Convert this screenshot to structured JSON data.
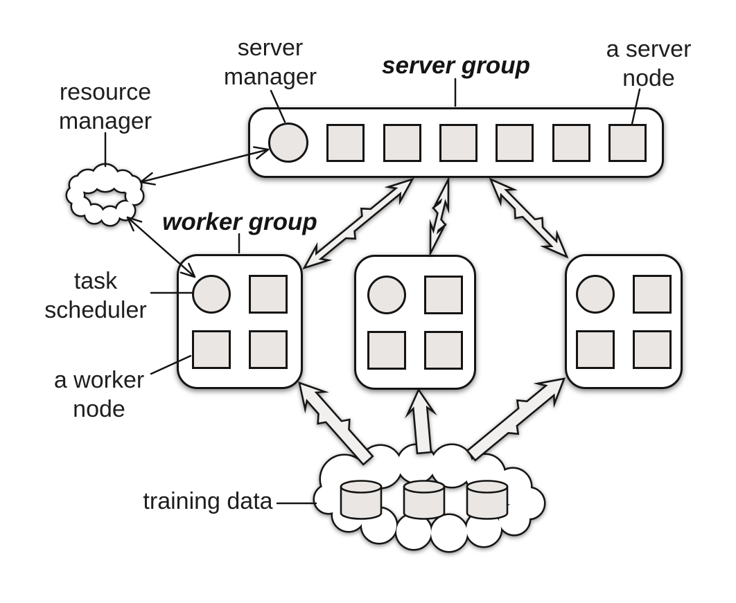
{
  "diagram": {
    "labels": {
      "resource_manager": {
        "line1": "resource",
        "line2": "manager"
      },
      "server_manager": {
        "line1": "server",
        "line2": "manager"
      },
      "server_group": {
        "text": "server group"
      },
      "a_server_node": {
        "line1": "a server",
        "line2": "node"
      },
      "worker_group": {
        "text": "worker group"
      },
      "task_scheduler": {
        "line1": "task",
        "line2": "scheduler"
      },
      "a_worker_node": {
        "line1": "a worker",
        "line2": "node"
      },
      "training_data": {
        "text": "training data"
      }
    },
    "structure": {
      "server_group": {
        "server_manager_count": 1,
        "server_node_count": 6
      },
      "worker_group_count": 3,
      "worker_group": {
        "task_scheduler_count": 1,
        "worker_node_count": 3
      },
      "training_data": {
        "partition_count": 3
      }
    },
    "connections": [
      {
        "from": "resource manager",
        "to": "server manager",
        "style": "thin-double-arrow"
      },
      {
        "from": "resource manager",
        "to": "task scheduler",
        "style": "thin-double-arrow"
      },
      {
        "from": "server group",
        "to": "worker group 1",
        "style": "lightning-double-arrow"
      },
      {
        "from": "server group",
        "to": "worker group 2",
        "style": "lightning-double-arrow"
      },
      {
        "from": "server group",
        "to": "worker group 3",
        "style": "lightning-double-arrow"
      },
      {
        "from": "training data",
        "to": "worker group 1",
        "style": "lightning-arrow"
      },
      {
        "from": "training data",
        "to": "worker group 2",
        "style": "lightning-arrow"
      },
      {
        "from": "training data",
        "to": "worker group 3",
        "style": "lightning-arrow"
      }
    ],
    "colors": {
      "background": "#ffffff",
      "outline": "#141414",
      "node_fill": "#e9e6e3",
      "arrow_fill": "#f2f0ee",
      "cloud_fill": "#ffffff",
      "text": "#1e1e1e"
    }
  }
}
